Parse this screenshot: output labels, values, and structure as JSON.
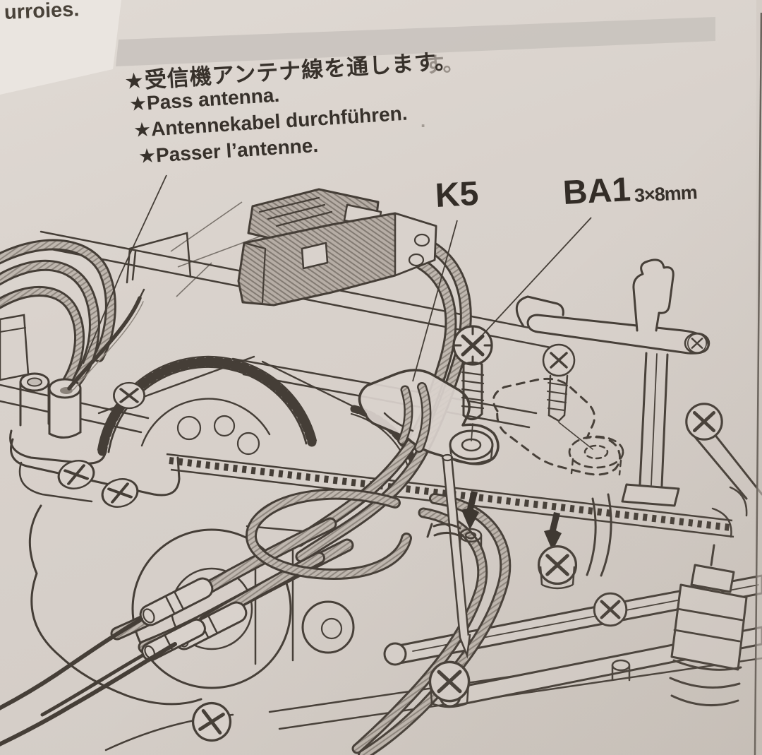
{
  "header": {
    "partial_text_left": "urroies.",
    "bleedthrough_char": "す。",
    "bleedthrough_dot": "."
  },
  "instructions": {
    "items": [
      {
        "lang": "ja",
        "text": "★受信機アンテナ線を通します。"
      },
      {
        "lang": "en",
        "text": "★Pass antenna."
      },
      {
        "lang": "de",
        "text": "★Antennekabel durchführen."
      },
      {
        "lang": "fr",
        "text": "★Passer l’antenne."
      }
    ]
  },
  "labels": {
    "k5": "K5",
    "ba1": "BA1",
    "ba1_size": "3×8mm"
  },
  "colors": {
    "paper": "#d9d2cc",
    "paper_light": "#eae5e0",
    "band_gray": "#c9c3be",
    "ink": "#453e37",
    "text": "#37312b",
    "hatch_fill": "#bfb7af",
    "hatch_line": "#8f877f",
    "arrow_black": "#3a342e"
  }
}
